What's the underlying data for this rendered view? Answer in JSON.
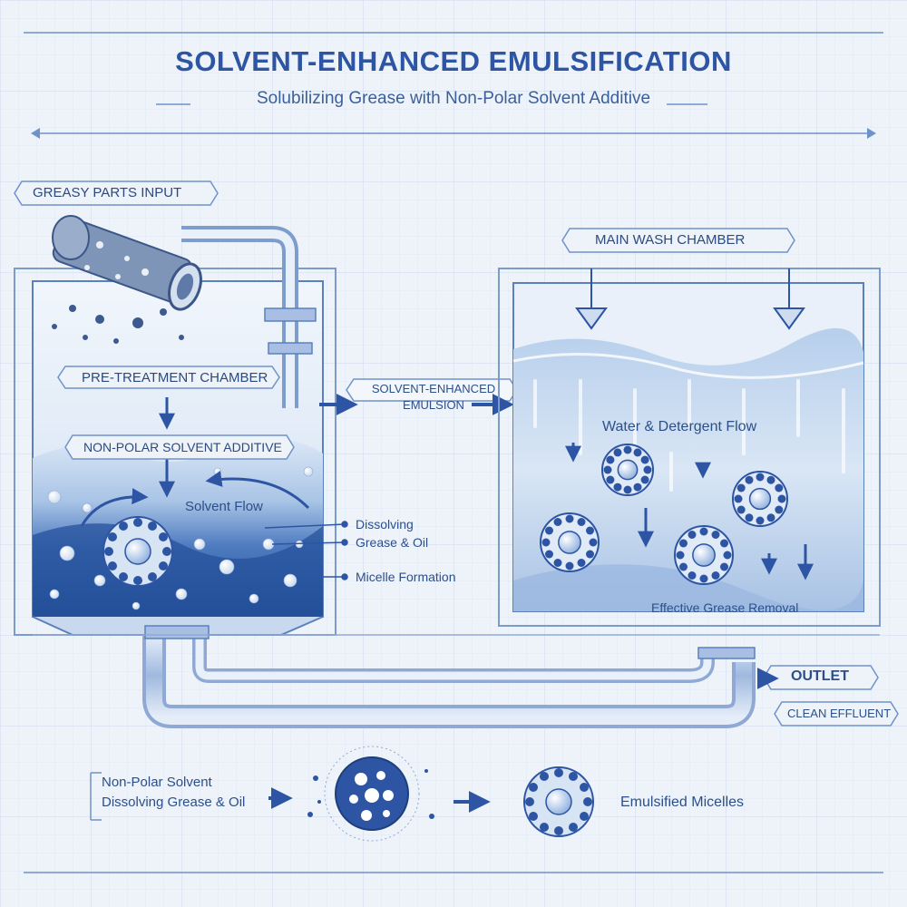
{
  "header": {
    "title": "SOLVENT-ENHANCED EMULSIFICATION",
    "subtitle": "Solubilizing Grease with Non-Polar Solvent Additive"
  },
  "labels": {
    "greasy_input": "GREASY PARTS INPUT",
    "pretreatment": "PRE-TREATMENT CHAMBER",
    "nonpolar_additive": "NON-POLAR SOLVENT ADDITIVE",
    "solvent_flow": "Solvent Flow",
    "dissolving_line1": "Dissolving",
    "dissolving_line2": "Grease & Oil",
    "micelle_formation": "Micelle Formation",
    "emulsion_line1": "SOLVENT-ENHANCED",
    "emulsion_line2": "EMULSION",
    "main_wash": "MAIN WASH CHAMBER",
    "water_detergent": "Water & Detergent Flow",
    "effective_removal": "Effective Grease Removal",
    "outlet": "OUTLET",
    "clean_effluent": "CLEAN EFFLUENT"
  },
  "legend": {
    "line1": "Non-Polar Solvent",
    "line2": "Dissolving Grease & Oil",
    "emulsified": "Emulsified Micelles"
  },
  "colors": {
    "background": "#eef3fa",
    "grid": "#d6e2f2",
    "line": "#6f92c9",
    "accent": "#2d55a4",
    "liquid_light": "#c4d8ef",
    "liquid_dark": "#2c55a0"
  }
}
